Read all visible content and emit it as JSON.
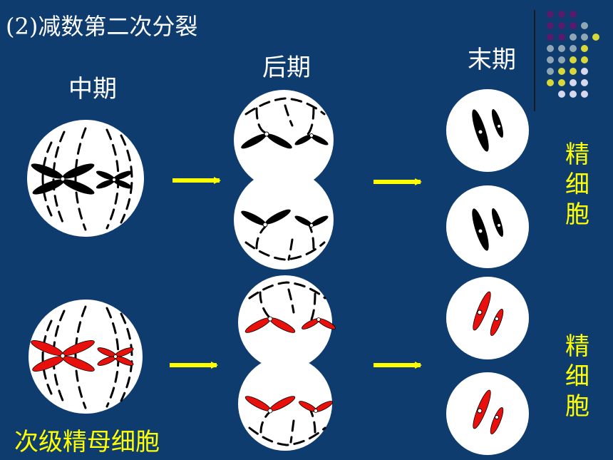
{
  "slide": {
    "title": "(2)减数第二次分裂",
    "stage_labels": {
      "metaphase": "中期",
      "anaphase": "后期",
      "telophase": "末期"
    },
    "result_label_top": "精细胞",
    "result_label_bottom": "精细胞",
    "cell_type_label": "次级精母细胞"
  },
  "colors": {
    "background": "#0e3c6f",
    "cell": "#ffffff",
    "chromosome_top": "#000000",
    "chromosome_bottom": "#e8100c",
    "arrow": "#ffff00",
    "label_white": "#ffffff",
    "label_yellow": "#ffff00",
    "deco_dots": [
      "#5a1a6e",
      "#8fa7b3",
      "#d8d838",
      "#d9d9ee"
    ]
  }
}
